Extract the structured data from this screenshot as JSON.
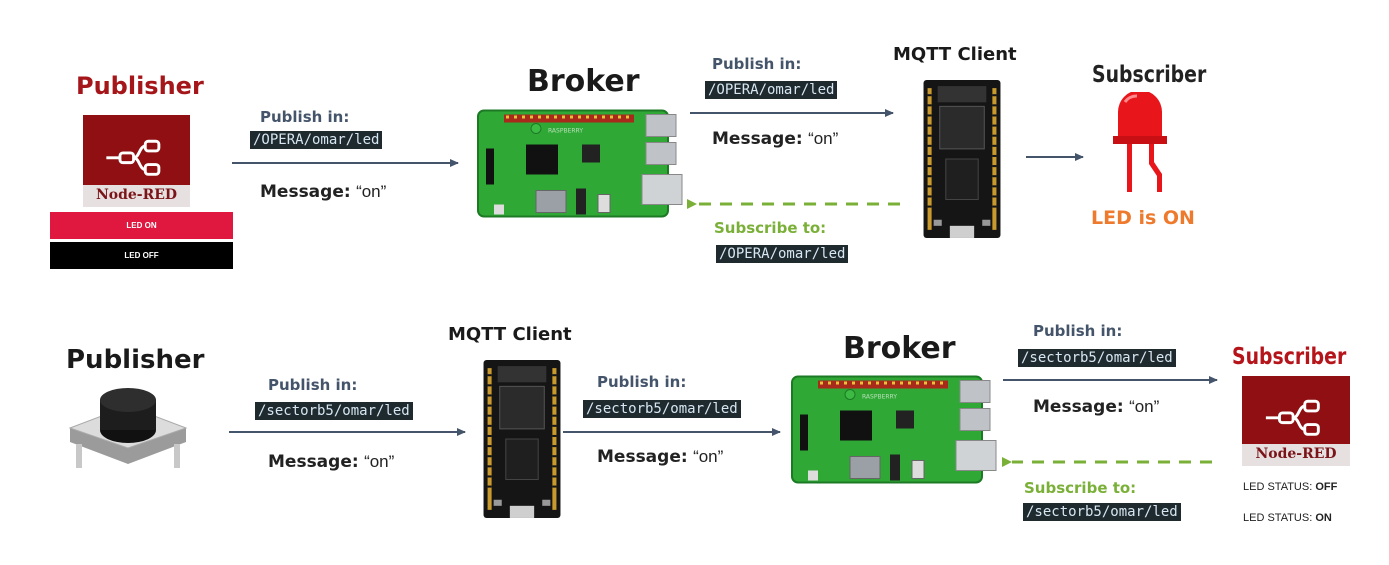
{
  "top": {
    "publisher_title": "Publisher",
    "nodered_label": "Node-RED",
    "btn_led_on": "LED ON",
    "btn_led_off": "LED OFF",
    "pub1_label": "Publish in:",
    "pub1_topic": "/OPERA/omar/led",
    "msg1_word": "Message:",
    "msg1_value": "“on”",
    "broker_title": "Broker",
    "pub2_label": "Publish in:",
    "pub2_topic": "/OPERA/omar/led",
    "msg2_word": "Message:",
    "msg2_value": "“on”",
    "sub_label": "Subscribe to:",
    "sub_topic": "/OPERA/omar/led",
    "mqtt_title": "MQTT Client",
    "subscriber_title": "Subscriber",
    "led_status": "LED is ON"
  },
  "bottom": {
    "publisher_title": "Publisher",
    "pub1_label": "Publish in:",
    "pub1_topic": "/sectorb5/omar/led",
    "msg1_word": "Message:",
    "msg1_value": "“on”",
    "mqtt_title": "MQTT Client",
    "pub2_label": "Publish in:",
    "pub2_topic": "/sectorb5/omar/led",
    "msg2_word": "Message:",
    "msg2_value": "“on”",
    "broker_title": "Broker",
    "pub3_label": "Publish in:",
    "pub3_topic": "/sectorb5/omar/led",
    "msg3_word": "Message:",
    "msg3_value": "“on”",
    "sub_label": "Subscribe to:",
    "sub_topic": "/sectorb5/omar/led",
    "subscriber_title": "Subscriber",
    "nodered_label": "Node-RED",
    "status1_label": "LED STATUS:",
    "status1_value": "OFF",
    "status2_label": "LED STATUS:",
    "status2_value": "ON"
  },
  "colors": {
    "arrow": "#44546a",
    "dashed_arrow": "#7ab037",
    "nodered_red": "#8f0f12",
    "btn_on": "#e0173f",
    "btn_off": "#000000",
    "led_red": "#e8151b",
    "led_text": "#ee7a2e",
    "board_green": "#2fa836"
  },
  "icons": [
    "node-red-flow-icon",
    "raspberry-pi-board-icon",
    "esp32-board-icon",
    "red-led-icon",
    "push-button-icon"
  ]
}
